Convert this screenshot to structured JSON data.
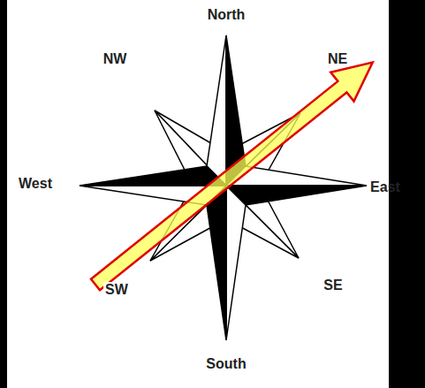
{
  "diagram": {
    "labels": [
      "North",
      "NW",
      "NE",
      "West",
      "East",
      "SW",
      "SE",
      "South"
    ]
  }
}
